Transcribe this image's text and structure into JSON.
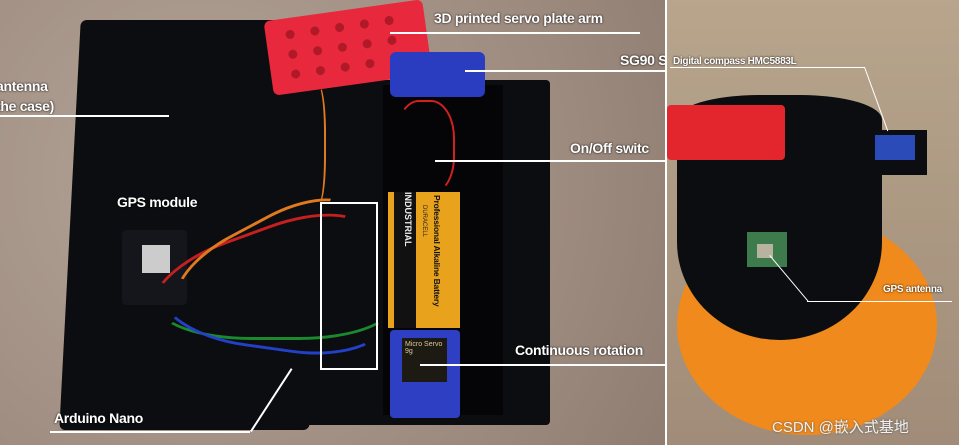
{
  "labels": {
    "servo_plate": "3D printed servo plate arm",
    "sg90": "SG90 S",
    "antenna_line1": "antenna",
    "antenna_line2": "the case)",
    "gps_module": "GPS module",
    "switch": "On/Off switc",
    "continuous": "Continuous rotation",
    "arduino": "Arduino Nano",
    "compass": "Digital compass HMC5883L",
    "gps_antenna": "GPS antenna"
  },
  "battery_text": {
    "brand": "INDUSTRIAL",
    "sub": "DURACELL",
    "desc": "Professional Alkaline Battery"
  },
  "servo_text": "Micro Servo 9g",
  "watermark": "CSDN @嵌入式基地",
  "colors": {
    "case": "#0c0d10",
    "plate": "#e8283c",
    "battery": "#e9a21c",
    "disc": "#f08a1c",
    "carpet": "#a8968a"
  }
}
